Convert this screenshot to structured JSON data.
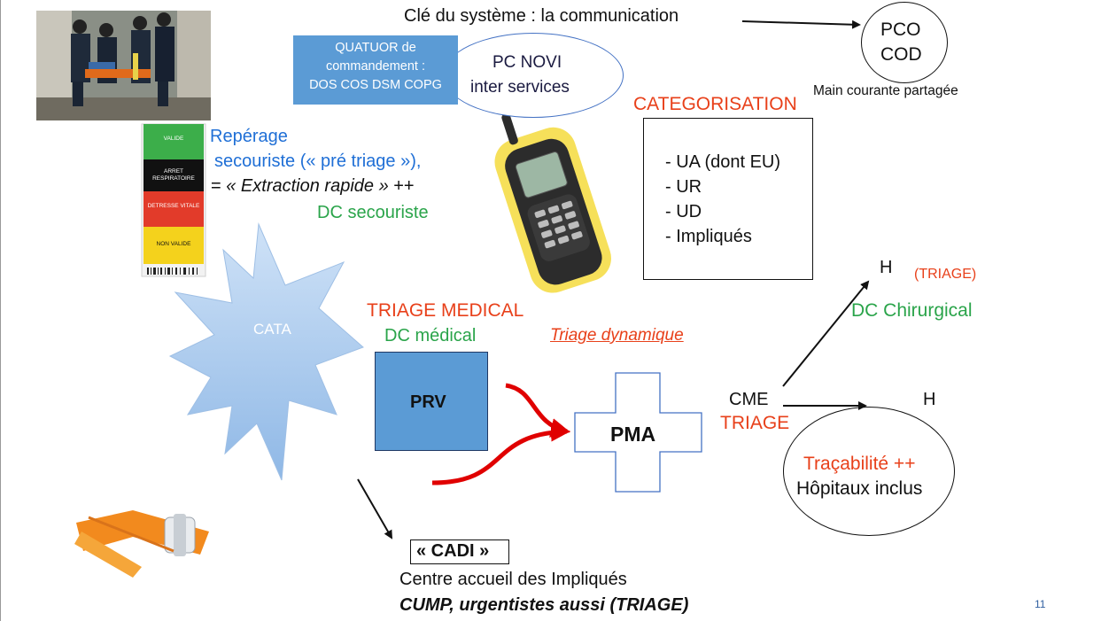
{
  "system_key": {
    "label": "Clé du système : la communication",
    "pco": "PCO",
    "cod": "COD",
    "main_courante": "Main courante partagée"
  },
  "command": {
    "quatuor_line1": "QUATUOR de",
    "quatuor_line2": "commandement :",
    "quatuor_line3": "DOS COS DSM COPG",
    "pc_novi_line1": "PC NOVI",
    "pc_novi_line2": "inter services"
  },
  "triage_card": {
    "valide": "VALIDE",
    "arret": "ARRET RESPIRATOIRE",
    "detresse": "DETRESSE VITALE",
    "non_valide": "NON VALIDE"
  },
  "reperage": {
    "line1": "Repérage",
    "line2": "secouriste (« pré triage »),",
    "line3_prefix": "= ",
    "line3_italic": "« Extraction rapide »",
    "line3_suffix": " ++",
    "dc_secouriste": "DC secouriste"
  },
  "categorisation": {
    "title": "CATEGORISATION",
    "items": [
      "- UA (dont EU)",
      "- UR",
      "- UD",
      "- Impliqués"
    ]
  },
  "cata": {
    "label": "CATA"
  },
  "triage_medical": {
    "title": "TRIAGE MEDICAL",
    "dc_medical": "DC médical",
    "triage_dynamique": "Triage dynamique"
  },
  "prv": {
    "label": "PRV"
  },
  "pma": {
    "label": "PMA"
  },
  "cme": {
    "label": "CME",
    "triage": "TRIAGE"
  },
  "hospital": {
    "h_top": "H",
    "triage_tag": "(TRIAGE)",
    "dc_chirurgical": "DC Chirurgical",
    "h_right": "H",
    "tracabilite": "Traçabilité ++",
    "hopitaux": "Hôpitaux inclus"
  },
  "cadi": {
    "label": "« CADI »",
    "centre": "Centre accueil des Impliqués",
    "cump": "CUMP, urgentistes aussi (TRIAGE)"
  },
  "page_number": "11",
  "colors": {
    "blue_text": "#1f6fd6",
    "green_text": "#2aa44a",
    "red_text": "#e8401a",
    "box_blue": "#5b9bd5",
    "curve_red": "#e00000",
    "star_blue": "#a6c9ef"
  },
  "images": [
    "rescue-team-photo",
    "triage-tag-card",
    "mobile-phone-illustration",
    "tourniquet-photo"
  ]
}
